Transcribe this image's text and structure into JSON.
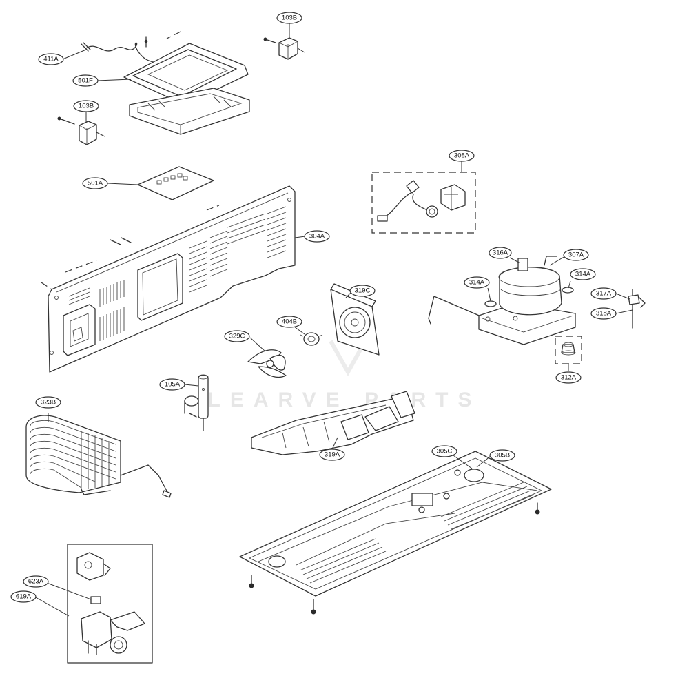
{
  "watermark": "LEARVE PARTS",
  "callouts": {
    "c411A": "411A",
    "c501F": "501F",
    "c103B_top": "103B",
    "c103B_left": "103B",
    "c501A": "501A",
    "c304A": "304A",
    "c308A": "308A",
    "c316A": "316A",
    "c307A": "307A",
    "c314A_left": "314A",
    "c314A_right": "314A",
    "c317A": "317A",
    "c318A": "318A",
    "c312A": "312A",
    "c319C": "319C",
    "c404B": "404B",
    "c329C": "329C",
    "c105A": "105A",
    "c323B": "323B",
    "c319A": "319A",
    "c305C": "305C",
    "c305B": "305B",
    "c623A": "623A",
    "c619A": "619A"
  }
}
